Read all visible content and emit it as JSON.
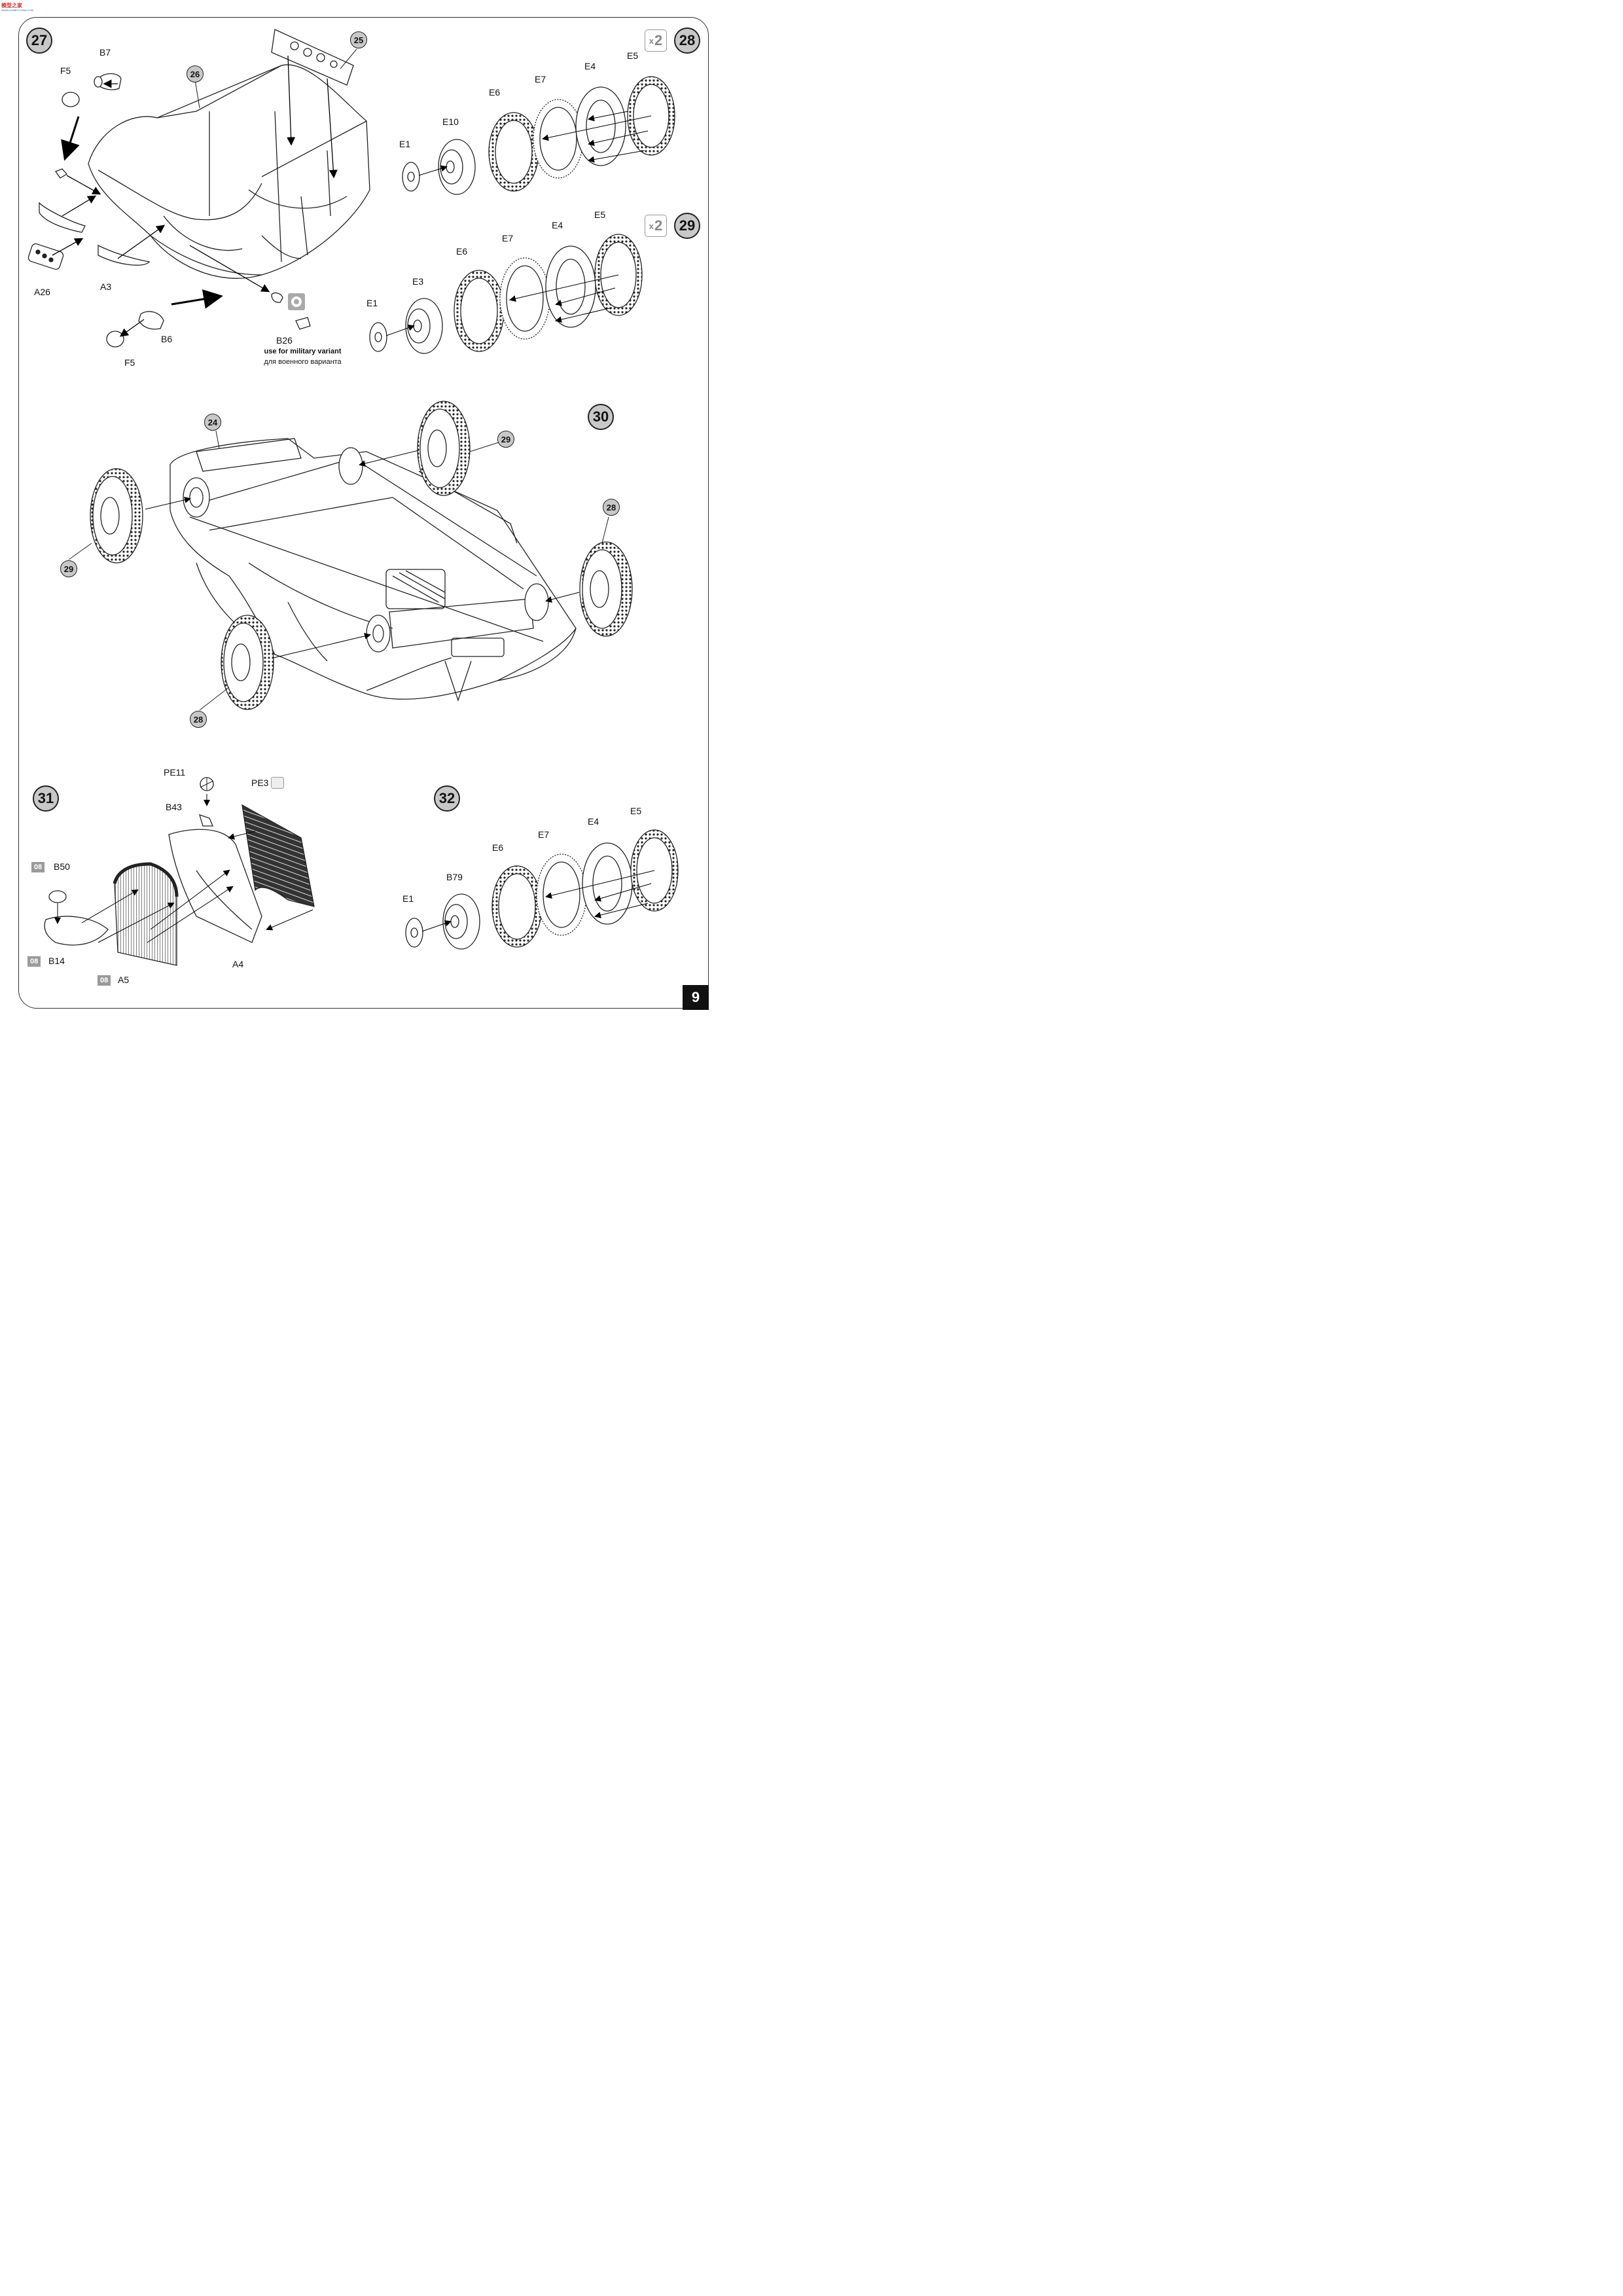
{
  "header": {
    "logo_text": "模型之家",
    "logo_sub": "WWW.HOBBYCHINA.COM"
  },
  "page_number": "9",
  "steps": {
    "s27": "27",
    "s28": "28",
    "s29": "29",
    "s30": "30",
    "s31": "31",
    "s32": "32"
  },
  "multiplier": {
    "x": "x",
    "n": "2"
  },
  "parts": {
    "step27": {
      "B7": "B7",
      "F5_top": "F5",
      "A26": "A26",
      "A3": "A3",
      "B6": "B6",
      "F5_bottom": "F5",
      "B26": "B26",
      "ref26": "26",
      "ref25": "25"
    },
    "step28": {
      "E1": "E1",
      "E10": "E10",
      "E6": "E6",
      "E7": "E7",
      "E4": "E4",
      "E5": "E5"
    },
    "step29": {
      "E1": "E1",
      "E3": "E3",
      "E6": "E6",
      "E7": "E7",
      "E4": "E4",
      "E5": "E5"
    },
    "step30": {
      "ref24": "24",
      "ref29_top": "29",
      "ref29_left": "29",
      "ref28_right": "28",
      "ref28_bottom": "28"
    },
    "step31": {
      "PE11": "PE11",
      "PE3": "PE3",
      "B43": "B43",
      "B50": "B50",
      "B14": "B14",
      "A5": "A5",
      "A4": "A4"
    },
    "step32": {
      "E1": "E1",
      "B79": "B79",
      "E6": "E6",
      "E7": "E7",
      "E4": "E4",
      "E5": "E5"
    }
  },
  "color_badges": {
    "b50": "08",
    "b14": "08",
    "a5": "08"
  },
  "notes": {
    "military_en": "use for military variant",
    "military_ru": "для военного варианта"
  }
}
